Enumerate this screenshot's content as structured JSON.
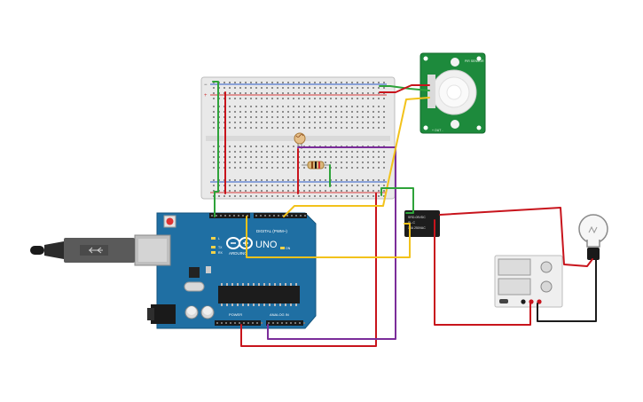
{
  "canvas": {
    "background": "#ffffff"
  },
  "board": {
    "brand_text": "UNO",
    "sub_text": "ARDUINO",
    "digital_header": "DIGITAL (PWM~)",
    "power_label": "POWER",
    "analog_label": "ANALOG IN",
    "tx_label": "TX",
    "rx_label": "RX",
    "l_label": "L",
    "on_label": "ON",
    "color": "#1f6fa3"
  },
  "pir_sensor": {
    "label_top": "PIR SENSOR",
    "label_bottom": "+ OUT -",
    "color": "#1d8a3c"
  },
  "relay": {
    "label_line1": "SRD-05VDC",
    "label_line2": "SL-C",
    "label_line3": "10A 250VAC"
  },
  "power_supply": {
    "label": ""
  },
  "wires": {
    "colors": {
      "red": "#c8141c",
      "black": "#1c1c1c",
      "green": "#2ea33a",
      "yellow": "#f2c21b",
      "purple": "#7b2d9a"
    }
  }
}
